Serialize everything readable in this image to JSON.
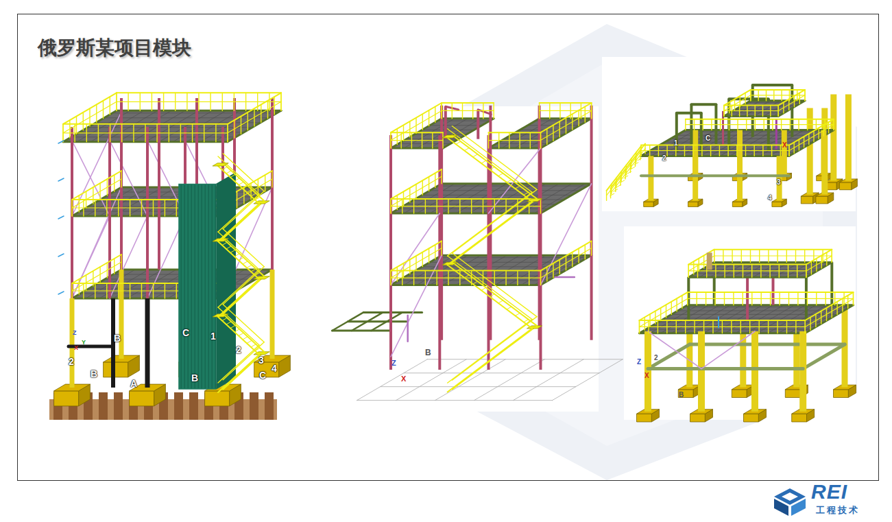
{
  "diagram": {
    "title": "俄罗斯某项目模块",
    "labels": [
      "Z",
      "Y",
      "X",
      "2",
      "B",
      "C",
      "1",
      "2",
      "3",
      "4",
      "B",
      "A",
      "B",
      "C",
      "Z",
      "X",
      "B",
      "1",
      "C",
      "X",
      "2",
      "3",
      "4",
      "Z",
      "X",
      "2",
      "B",
      "REI",
      "工程技术"
    ]
  }
}
